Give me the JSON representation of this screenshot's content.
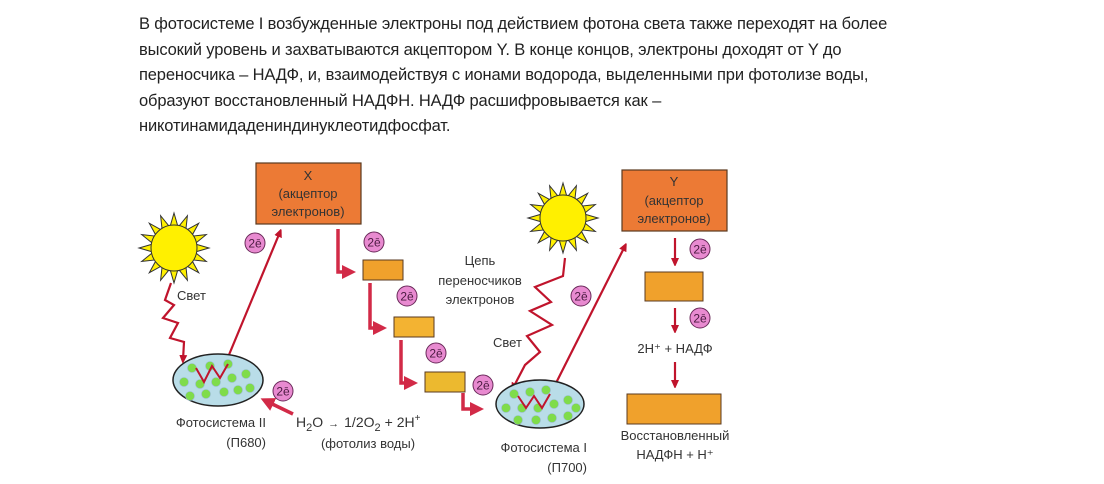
{
  "paragraph": {
    "lines": [
      "В фотосистеме I возбужденные электроны под действием фотона света также переходят на более",
      "высокий уровень и захватываются акцептором Y. В конце концов, электроны доходят от Y до",
      "переносчика – НАДФ, и, взаимодействуя с ионами водорода, выделенными при фотолизе воды,",
      "образуют восстановленный НАДФН. НАДФ расшифровывается как –",
      "никотинамидадениндинуклеотидфосфат."
    ]
  },
  "diagram": {
    "acceptor_x": {
      "title": "X",
      "line1": "(акцептор",
      "line2": "электронов)"
    },
    "acceptor_y": {
      "title": "Y",
      "line1": "(акцептор",
      "line2": "электронов)"
    },
    "electron_badge": "2ē",
    "light_label_1": "Свет",
    "light_label_2": "Свет",
    "chain_label": {
      "line1": "Цепь",
      "line2": "переносчиков",
      "line3": "электронов"
    },
    "ps2": {
      "name": "Фотосистема II",
      "code": "(П680)"
    },
    "ps1": {
      "name": "Фотосистема I",
      "code": "(П700)"
    },
    "photolysis": {
      "eq_h2o": "H",
      "eq_sub2": "2",
      "eq_o": "O",
      "eq_arrow": "→",
      "eq_half": "1/2O",
      "eq_sub2b": "2",
      "eq_plus": "+ 2H",
      "eq_sup": "+",
      "caption": "(фотолиз воды)"
    },
    "nadp_reaction": "2H⁺ + НАДФ",
    "product": {
      "line1": "Восстановленный",
      "line2": "НАДФН + H⁺"
    },
    "colors": {
      "acceptor_fill": "#ec7a35",
      "carrier_fill": "#f0a12c",
      "carrier_fill_late": "#ecb92f",
      "arrow": "#c0142c",
      "badge_fill": "#e88ad0",
      "ellipse_fill": "#b9dde8",
      "chlorophyll": "#7fdc4a",
      "sun": "#fff000"
    }
  }
}
